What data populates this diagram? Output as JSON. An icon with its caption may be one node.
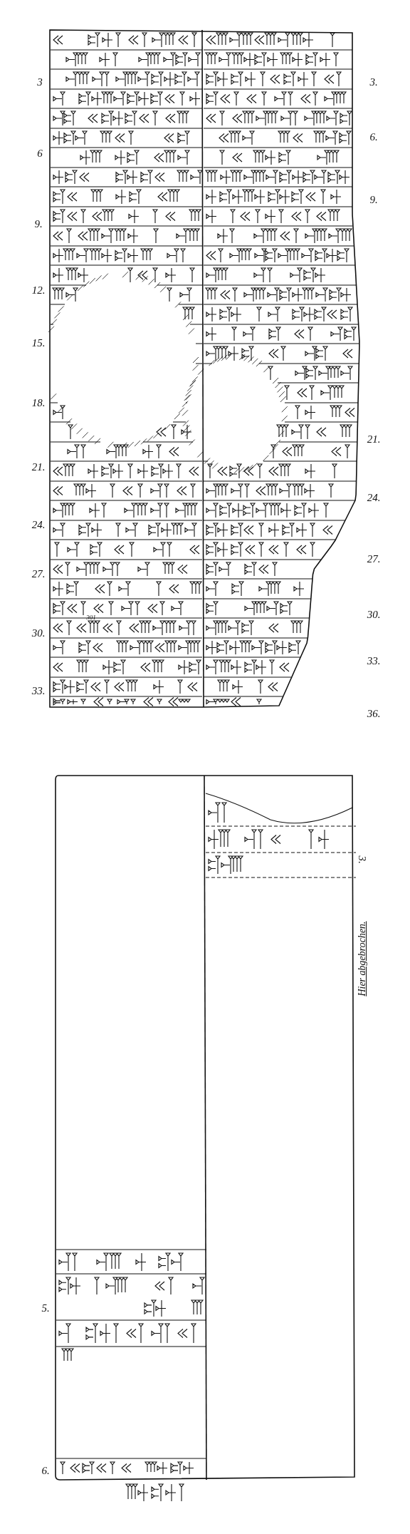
{
  "diagram": {
    "labels": [
      "3",
      "3.",
      "6.",
      "6",
      "9.",
      "9.",
      "12.",
      "15.",
      "18.",
      "21.",
      "21.",
      "24.",
      "24.",
      "27.",
      "27.",
      "30.",
      "301",
      "30.",
      "33.",
      "33.",
      "36.",
      "3.",
      "Hier abgebrochen.",
      "5.",
      "6."
    ]
  }
}
